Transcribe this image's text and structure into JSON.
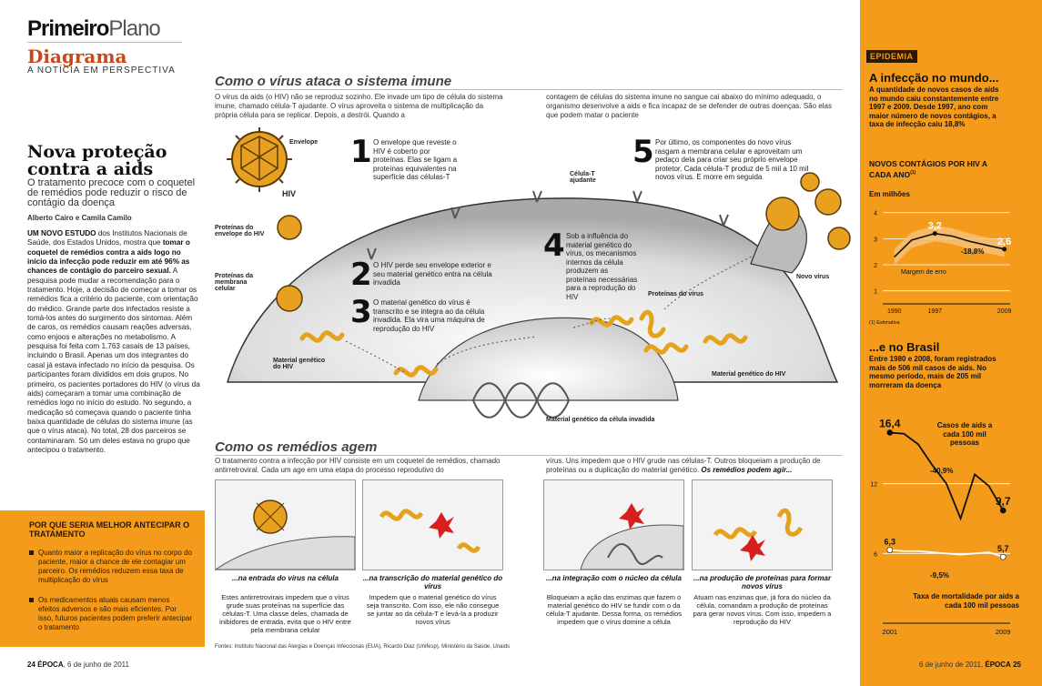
{
  "header": {
    "brand_bold": "Primeiro",
    "brand_light": "Plano",
    "section": "Diagrama",
    "section_sub": "A NOTÍCIA EM PERSPECTIVA"
  },
  "story": {
    "title": "Nova proteção contra a aids",
    "deck": "O tratamento precoce com o coquetel de remédios pode reduzir o risco de contágio da doença",
    "byline": "Alberto Cairo e Camila Camilo",
    "lead": "UM NOVO ESTUDO",
    "body_1": " dos Institutos Nacionais de Saúde, dos Estados Unidos, mostra que ",
    "body_bold": "tomar o coquetel de remédios contra a aids logo no início da infecção pode reduzir em até 96% as chances de contágio do parceiro sexual.",
    "body_2": " A pesquisa pode mudar a recomendação para o tratamento. Hoje, a decisão de começar a tomar os remédios fica a critério do paciente, com orientação do médico. Grande parte dos infectados resiste a tomá-los antes do surgimento dos sintomas. Além de caros, os remédios causam reações adversas, como enjoos e alterações no metabolismo. A pesquisa foi feita com 1.763 casais de 13 países, incluindo o Brasil. Apenas um dos integrantes do casal já estava infectado no início da pesquisa. Os participantes foram divididos em dois grupos. No primeiro, os pacientes portadores do HIV (o vírus da aids) começaram a tomar uma combinação de remédios logo no início do estudo. No segundo, a medicação só começava quando o paciente tinha baixa quantidade de células do sistema imune (as que o vírus ataca). No total, 28 dos parceiros se contaminaram. Só um deles estava no grupo que antecipou o tratamento."
  },
  "box": {
    "title": "POR QUE SERIA MELHOR ANTECIPAR O TRATAMENTO",
    "item1": "Quanto maior a replicação do vírus no corpo do paciente, maior a chance de ele contagiar um parceiro. Os remédios reduzem essa taxa de multiplicação do vírus",
    "item2": "Os medicamentos atuais causam menos efeitos adversos e são mais eficientes. Por isso, futuros pacientes podem preferir antecipar o tratamento"
  },
  "attack": {
    "title": "Como o vírus ataca o sistema imune",
    "intro_left": "O vírus da aids (o HIV) não se reproduz sozinho. Ele invade um tipo de célula do sistema imune, chamado célula-T ajudante. O vírus aproveita o sistema de multiplicação da própria célula para se replicar. Depois, a destrói. Quando a",
    "intro_right": "contagem de células do sistema imune no sangue cai abaixo do mínimo adequado, o organismo desenvolve a aids e fica incapaz de se defender de outras doenças. São elas que podem matar o paciente",
    "labels": {
      "envelope": "Envelope",
      "hiv": "HIV",
      "env_proteins": "Proteínas do envelope do HIV",
      "membrane_proteins": "Proteínas da membrana celular",
      "cell": "Célula-T ajudante",
      "genetic": "Material genético do HIV",
      "cell_genetic": "Material genético da célula invadida",
      "virus_proteins": "Proteínas do vírus",
      "genetic2": "Material genético do HIV",
      "new_virus": "Novo vírus"
    },
    "steps": [
      {
        "num": "1",
        "text": "O envelope que reveste o HIV é coberto por proteínas. Elas se ligam a proteínas equivalentes na superfície das células-T"
      },
      {
        "num": "2",
        "text": "O HIV perde seu envelope exterior e seu material genético entra na célula invadida"
      },
      {
        "num": "3",
        "text": "O material genético do vírus é transcrito e se integra ao da célula invadida. Ela vira uma máquina de reprodução do HIV"
      },
      {
        "num": "4",
        "text": "Sob a influência do material genético do vírus, os mecanismos internos da célula produzem as proteínas necessárias para a reprodução do HIV"
      },
      {
        "num": "5",
        "text": "Por último, os componentes do novo vírus rasgam a membrana celular e aproveitam um pedaço dela para criar seu próprio envelope protetor. Cada célula-T produz de 5 mil a 10 mil novos vírus. E morre em seguida"
      }
    ]
  },
  "drugs": {
    "title": "Como os remédios agem",
    "intro_left": "O tratamento contra a infecção por HIV consiste em um coquetel de remédios, chamado antirretroviral. Cada um age em uma etapa do processo reprodutivo do",
    "intro_right": "vírus. Uns impedem que o HIV grude nas células-T. Outros bloqueiam a produção de proteínas ou a duplicação do material genético.",
    "intro_italic": "Os remédios podem agir...",
    "panels": [
      {
        "title": "...na entrada do vírus na célula",
        "text": "Estes antirretrovirais impedem que o vírus grude suas proteínas na superfície das células-T. Uma classe deles, chamada de inibidores de entrada, evita que o HIV entre pela membrana celular"
      },
      {
        "title": "...na transcrição do material genético do vírus",
        "text": "Impedem que o material genético do vírus seja transcrito. Com isso, ele não consegue se juntar ao da célula-T e levá-la a produzir novos vírus"
      },
      {
        "title": "...na integração com o núcleo da célula",
        "text": "Bloqueiam a ação das enzimas que fazem o material genético do HIV se fundir com o da célula-T ajudante. Dessa forma, os remédios impedem que o vírus domine a célula"
      },
      {
        "title": "...na produção de proteínas para formar novos vírus",
        "text": "Atuam nas enzimas que, já fora do núcleo da célula, comandam a produção de proteínas para gerar novos vírus. Com isso, impedem a reprodução do HIV"
      }
    ],
    "sources": "Fontes: Instituto Nacional das Alergias e Doenças Infecciosas (EUA), Ricardo Diaz (Unifesp), Ministério da Saúde, Unaids"
  },
  "sidebar": {
    "tag": "EPIDEMIA",
    "world_title": "A infecção no mundo...",
    "world_text": "A quantidade de novos casos de aids no mundo caiu constantemente entre 1997 e 2009. Desde 1997, ano com maior número de novos contágios, a taxa de infecção caiu 18,8%",
    "chart1_title": "NOVOS CONTÁGIOS POR HIV A CADA ANO",
    "chart1_note_mark": "(1)",
    "chart1_unit": "Em milhões",
    "chart1_margin": "Margem de erro",
    "chart1_change": "-18,8%",
    "chart1_footnote": "(1) Estimativa",
    "brazil_title": "...e no Brasil",
    "brazil_text": "Entre 1980 e 2008, foram registrados mais de 506 mil casos de aids. No mesmo período, mais de 205 mil morreram da doença",
    "chart2_series1": "Casos de aids a cada 100 mil pessoas",
    "chart2_series2": "Taxa de mortalidade por aids a cada 100 mil pessoas",
    "chart2_change1": "-40,9%",
    "chart2_change2": "-9,5%",
    "colors": {
      "orange": "#f49b1b",
      "dark": "#2a1a05",
      "white": "#ffffff"
    }
  },
  "chart_data": [
    {
      "type": "line",
      "title": "NOVOS CONTÁGIOS POR HIV A CADA ANO",
      "ylabel": "Em milhões",
      "x": [
        1990,
        1993,
        1997,
        2000,
        2003,
        2006,
        2009
      ],
      "series": [
        {
          "name": "",
          "values": [
            2.3,
            2.95,
            3.2,
            3.1,
            2.9,
            2.75,
            2.6
          ]
        }
      ],
      "labeled_points": [
        {
          "x": 1997,
          "label": "3,2"
        },
        {
          "x": 2009,
          "label": "2,6"
        }
      ],
      "xticks": [
        "1990",
        "1997",
        "2009"
      ],
      "yticks": [
        "1",
        "2",
        "3",
        "4"
      ],
      "ylim": [
        0.5,
        4.2
      ],
      "xlim": [
        1988,
        2010
      ]
    },
    {
      "type": "line",
      "x": [
        2001,
        2002,
        2003,
        2004,
        2005,
        2006,
        2007,
        2008,
        2009
      ],
      "series": [
        {
          "name": "Casos de aids a cada 100 mil pessoas",
          "values": [
            16.4,
            16.3,
            15.4,
            13.6,
            12.0,
            9.0,
            12.8,
            11.8,
            9.7
          ]
        },
        {
          "name": "Taxa de mortalidade por aids a cada 100 mil pessoas",
          "values": [
            6.3,
            6.2,
            6.2,
            6.1,
            6.0,
            5.9,
            6.0,
            6.1,
            5.7
          ]
        }
      ],
      "labeled_points": [
        {
          "series": 0,
          "x": 2001,
          "label": "16,4"
        },
        {
          "series": 0,
          "x": 2009,
          "label": "9,7"
        },
        {
          "series": 1,
          "x": 2001,
          "label": "6,3"
        },
        {
          "series": 1,
          "x": 2009,
          "label": "5,7"
        }
      ],
      "xticks": [
        "2001",
        "2009"
      ],
      "yticks": [
        "6",
        "12"
      ],
      "ylim": [
        0,
        18
      ],
      "xlim": [
        2000.5,
        2009.5
      ]
    }
  ],
  "footer": {
    "left_page": "24",
    "left_mag": "ÉPOCA",
    "left_date": ", 6 de junho de 2011",
    "right_date": "6 de junho de 2011,",
    "right_mag": "ÉPOCA",
    "right_page": "25"
  }
}
